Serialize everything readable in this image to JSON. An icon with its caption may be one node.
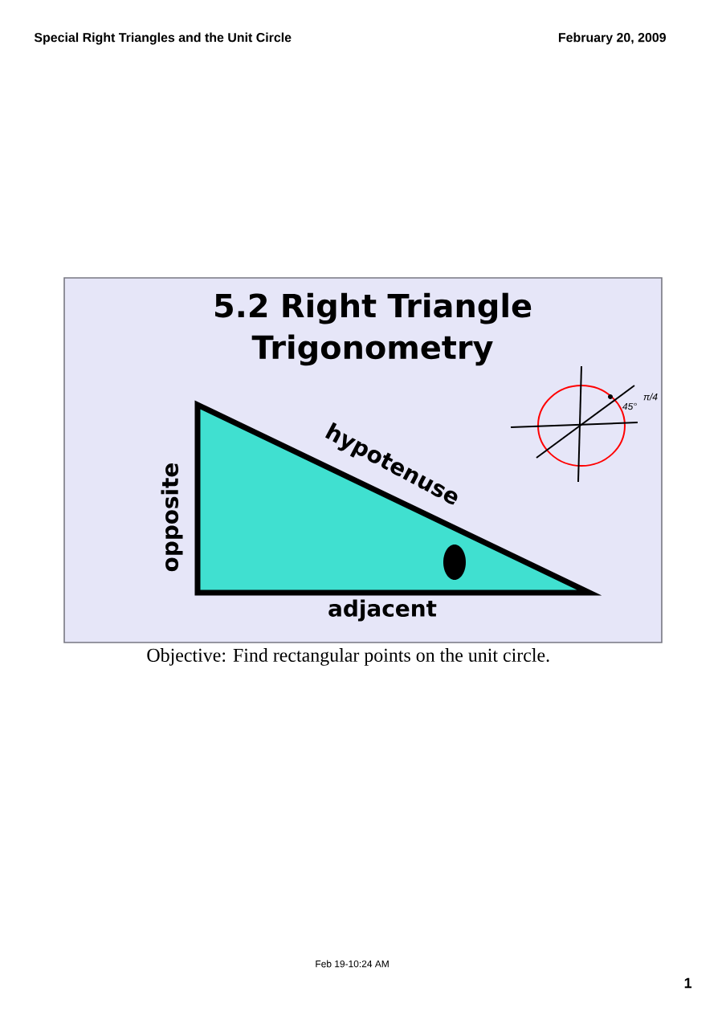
{
  "diagram": {
    "title": "5.2 Right Triangle Trigonometry",
    "labels": [
      "Special Right Triangles and the Unit Circle",
      "February 20, 2009",
      "hypotenuse",
      "opposite",
      "adjacent",
      "45°",
      "π/4",
      "Objective: Find rectangular points on the unit circle.",
      "Feb 19-10:24 AM",
      "1"
    ]
  }
}
